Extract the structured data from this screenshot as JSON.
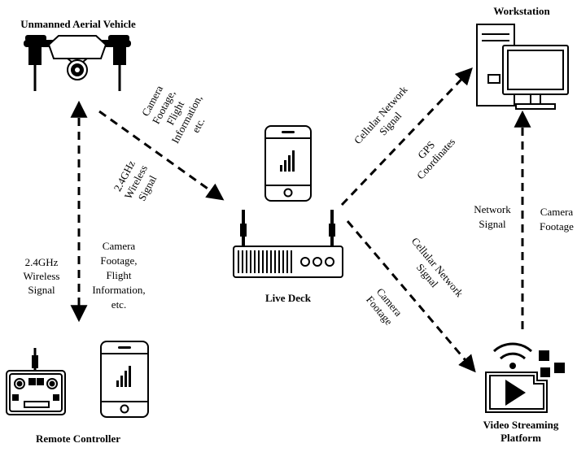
{
  "nodes": {
    "uav": {
      "title": "Unmanned Aerial Vehicle",
      "icon": "drone-icon"
    },
    "workstation": {
      "title": "Workstation",
      "icon": "desktop-computer-icon"
    },
    "live_deck": {
      "title": "Live Deck",
      "icon": "router-icon"
    },
    "remote_controller": {
      "title": "Remote Controller",
      "icon": "remote-controller-icon"
    },
    "streaming": {
      "title_line1": "Video Streaming",
      "title_line2": "Platform",
      "icon": "video-streaming-icon"
    }
  },
  "labels": {
    "uav_to_deck": [
      "Camera",
      "Footage,",
      "Flight",
      "Information,",
      "etc."
    ],
    "uav_to_deck_signal": [
      "2.4GHz",
      "Wireless",
      "Signal"
    ],
    "rc_signal": [
      "2.4GHz",
      "Wireless",
      "Signal"
    ],
    "rc_data": [
      "Camera",
      "Footage,",
      "Flight",
      "Information,",
      "etc."
    ],
    "deck_to_ws_network": [
      "Cellular Network",
      "Signal"
    ],
    "deck_to_ws_gps": [
      "GPS",
      "Coordinates"
    ],
    "deck_to_stream_network": [
      "Cellular Network",
      "Signal"
    ],
    "deck_to_stream_footage": [
      "Camera",
      "Footage"
    ],
    "ws_network": [
      "Network",
      "Signal"
    ],
    "ws_camera": [
      "Camera",
      "Footage"
    ]
  }
}
